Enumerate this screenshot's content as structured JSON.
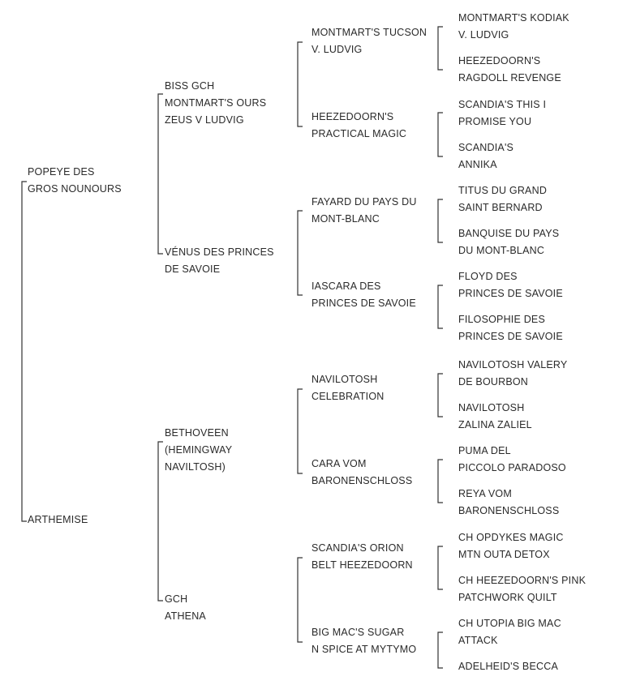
{
  "pedigree": {
    "subject": "POPEYE DES\nGROS NOUNOURS",
    "dam": "ARTHEMISE",
    "gen1": {
      "sire": "BISS GCH\nMONTMART'S OURS\nZEUS V LUDVIG",
      "dam": "VÉNUS DES PRINCES\nDE SAVOIE",
      "dam_sire": "BETHOVEEN\n(HEMINGWAY\nNAVILTOSH)",
      "dam_dam": "GCH\nATHENA"
    },
    "gen2": [
      "MONTMART'S TUCSON\nV. LUDVIG",
      "HEEZEDOORN'S\nPRACTICAL MAGIC",
      "FAYARD DU PAYS DU\nMONT-BLANC",
      "IASCARA DES\nPRINCES DE SAVOIE",
      "NAVILOTOSH\nCELEBRATION",
      "CARA VOM\nBARONENSCHLOSS",
      "SCANDIA'S ORION\nBELT HEEZEDOORN",
      "BIG MAC'S SUGAR\nN SPICE AT MYTYMO"
    ],
    "gen3": [
      "MONTMART'S KODIAK\nV. LUDVIG",
      "HEEZEDOORN'S\nRAGDOLL REVENGE",
      "SCANDIA'S THIS I\nPROMISE YOU",
      "SCANDIA'S\nANNIKA",
      "TITUS DU GRAND\nSAINT BERNARD",
      "BANQUISE DU PAYS\nDU MONT-BLANC",
      "FLOYD DES\nPRINCES DE SAVOIE",
      "FILOSOPHIE DES\nPRINCES DE SAVOIE",
      "NAVILOTOSH VALERY\nDE BOURBON",
      "NAVILOTOSH\nZALINA ZALIEL",
      "PUMA DEL\nPICCOLO PARADOSO",
      "REYA VOM\nBARONENSCHLOSS",
      "CH OPDYKES MAGIC\nMTN OUTA DETOX",
      "CH HEEZEDOORN'S PINK\nPATCHWORK QUILT",
      "CH UTOPIA BIG MAC\nATTACK",
      "ADELHEID'S BECCA"
    ]
  }
}
